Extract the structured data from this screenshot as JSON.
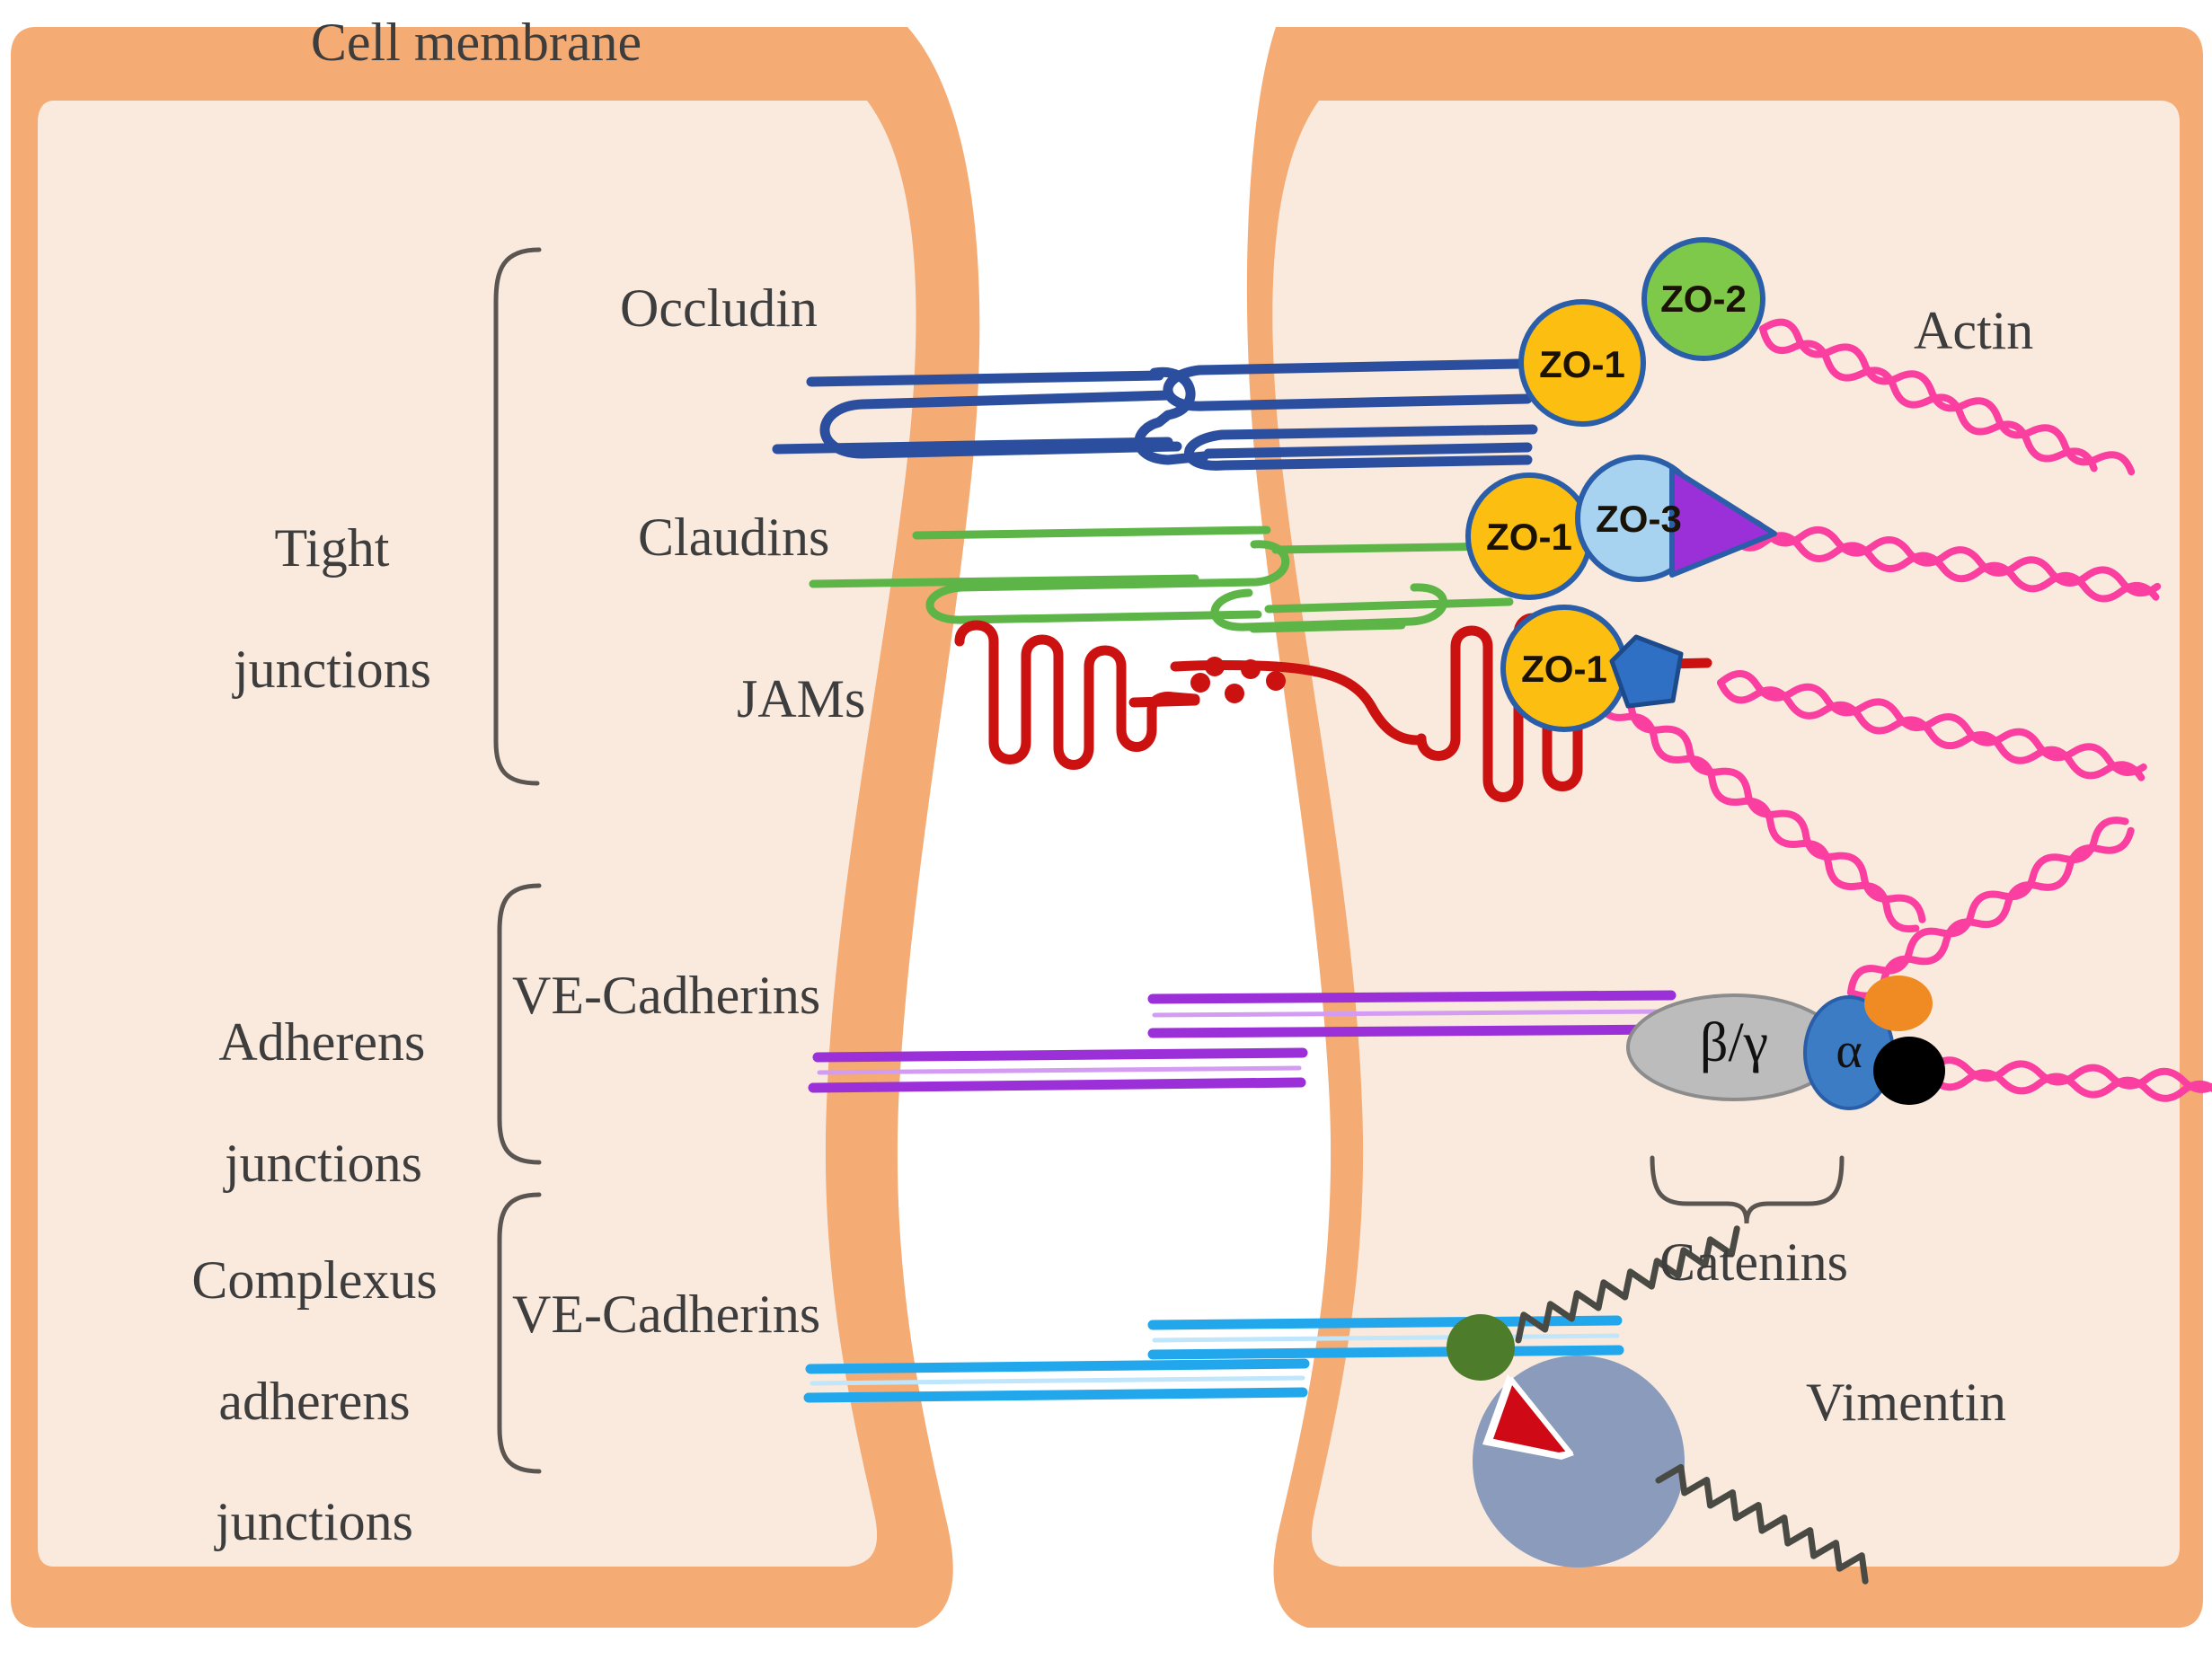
{
  "figure": {
    "title": "Endothelial cell junction complexes",
    "background_color": "#ffffff",
    "cytoplasm_color": "#faeade",
    "membrane_color": "#f4ab74"
  },
  "top_label": {
    "text": "Cell membrane"
  },
  "group_labels": [
    {
      "id": "tight-junctions",
      "line1": "Tight",
      "line2": "junctions",
      "line3": ""
    },
    {
      "id": "adherens-junctions",
      "line1": "Adherens",
      "line2": "junctions",
      "line3": ""
    },
    {
      "id": "complexus-adherens-junctions",
      "line1": "Complexus",
      "line2": "adherens",
      "line3": "junctions"
    }
  ],
  "component_labels": [
    {
      "id": "occludin",
      "text": "Occludin",
      "color": "#2b4f9e"
    },
    {
      "id": "claudins",
      "text": "Claudins",
      "color": "#5cb546"
    },
    {
      "id": "jams",
      "text": "JAMs",
      "color": "#cc1111"
    },
    {
      "id": "ve-cadherins-aj",
      "text": "VE-Cadherins",
      "color": "#9b30d9"
    },
    {
      "id": "ve-cadherins-caj",
      "text": "VE-Cadherins",
      "color": "#22a7ec"
    }
  ],
  "right_labels": [
    {
      "id": "actin",
      "text": "Actin",
      "color": "#fa3fa0"
    },
    {
      "id": "catenins",
      "text": "Catenins",
      "color": "#6b6b6b"
    },
    {
      "id": "vimentin",
      "text": "Vimentin",
      "color": "#6b6b6b"
    }
  ],
  "nodes": [
    {
      "id": "zo1-occludin",
      "label": "ZO-1",
      "fill": "#fcbe11",
      "stroke": "#2b5ea8",
      "shape": "circle"
    },
    {
      "id": "zo2",
      "label": "ZO-2",
      "fill": "#7ec949",
      "stroke": "#2b5ea8",
      "shape": "circle"
    },
    {
      "id": "zo1-claudin",
      "label": "ZO-1",
      "fill": "#fcbe11",
      "stroke": "#2b5ea8",
      "shape": "circle"
    },
    {
      "id": "zo3",
      "label": "ZO-3",
      "fill": "#a8d3f0",
      "stroke": "#2b5ea8",
      "shape": "circle"
    },
    {
      "id": "zo1-jam",
      "label": "ZO-1",
      "fill": "#fcbe11",
      "stroke": "#2b5ea8",
      "shape": "circle"
    },
    {
      "id": "beta-gamma-catenin",
      "label": "β/γ",
      "fill": "#bcbcbc",
      "stroke": "#8c8c8c",
      "shape": "ellipse"
    },
    {
      "id": "alpha-catenin",
      "label": "α",
      "fill": "#3b7cc4",
      "stroke": "#2b5ea8",
      "shape": "ellipse"
    }
  ],
  "glyphs": [
    {
      "id": "purple-triangle",
      "shape": "triangle",
      "fill": "#9b30d9",
      "stroke": "#2b5ea8"
    },
    {
      "id": "blue-pentagon",
      "shape": "pentagon",
      "fill": "#2f6fc4",
      "stroke": "#1c4a8a"
    },
    {
      "id": "orange-dot",
      "shape": "ellipse",
      "fill": "#ef8b22",
      "stroke": "none"
    },
    {
      "id": "black-dot",
      "shape": "ellipse",
      "fill": "#000000",
      "stroke": "none"
    },
    {
      "id": "green-dot",
      "shape": "ellipse",
      "fill": "#4d7c2a",
      "stroke": "none"
    },
    {
      "id": "slate-disc",
      "shape": "pacman",
      "fill": "#8b9bbb",
      "stroke": "none"
    },
    {
      "id": "red-wedge",
      "shape": "triangle",
      "fill": "#cf0a16",
      "stroke": "#ffffff"
    }
  ],
  "filaments": {
    "actin_color": "#fa3fa0",
    "vimentin_color": "#4a4a45",
    "actin_count": 5,
    "vimentin_count": 2
  }
}
